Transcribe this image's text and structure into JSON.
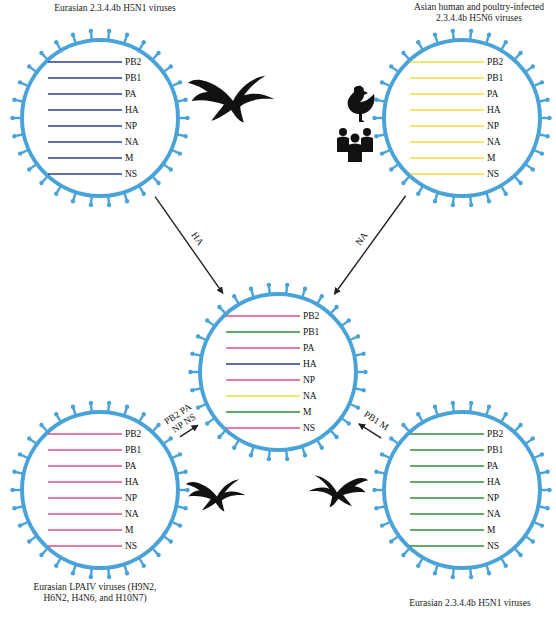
{
  "diagram": {
    "nodes": [
      {
        "text": [
          "Eurasian 2.3.4.4b H5N1 viruses",
          "PB2",
          "PB1",
          "PA",
          "HA",
          "NP",
          "NA",
          "M",
          "NS"
        ]
      },
      {
        "text": [
          "Asian human and poultry-infected 2.3.4.4b H5N6 viruses",
          "PB2",
          "PB1",
          "PA",
          "HA",
          "NP",
          "NA",
          "M",
          "NS"
        ]
      },
      {
        "text": [
          "PB2",
          "PB1",
          "PA",
          "HA",
          "NP",
          "NA",
          "M",
          "NS"
        ]
      },
      {
        "text": [
          "Eurasian LPAIV viruses (H9N2, H6N2, H4N6, and H10N7)",
          "PB2",
          "PB1",
          "PA",
          "HA",
          "NP",
          "NA",
          "M",
          "NS"
        ]
      },
      {
        "text": [
          "Eurasian 2.3.4.4b H5N1 viruses",
          "PB2",
          "PB1",
          "PA",
          "HA",
          "NP",
          "NA",
          "M",
          "NS"
        ]
      }
    ],
    "edges": [
      {
        "from": 0,
        "to": 2,
        "arrow": "to",
        "label": "HA"
      },
      {
        "from": 1,
        "to": 2,
        "arrow": "to",
        "label": "NA"
      },
      {
        "from": 3,
        "to": 2,
        "arrow": "to",
        "label": "PB2 PA NP NS"
      },
      {
        "from": 4,
        "to": 2,
        "arrow": "to",
        "label": "PB1 M"
      }
    ]
  }
}
